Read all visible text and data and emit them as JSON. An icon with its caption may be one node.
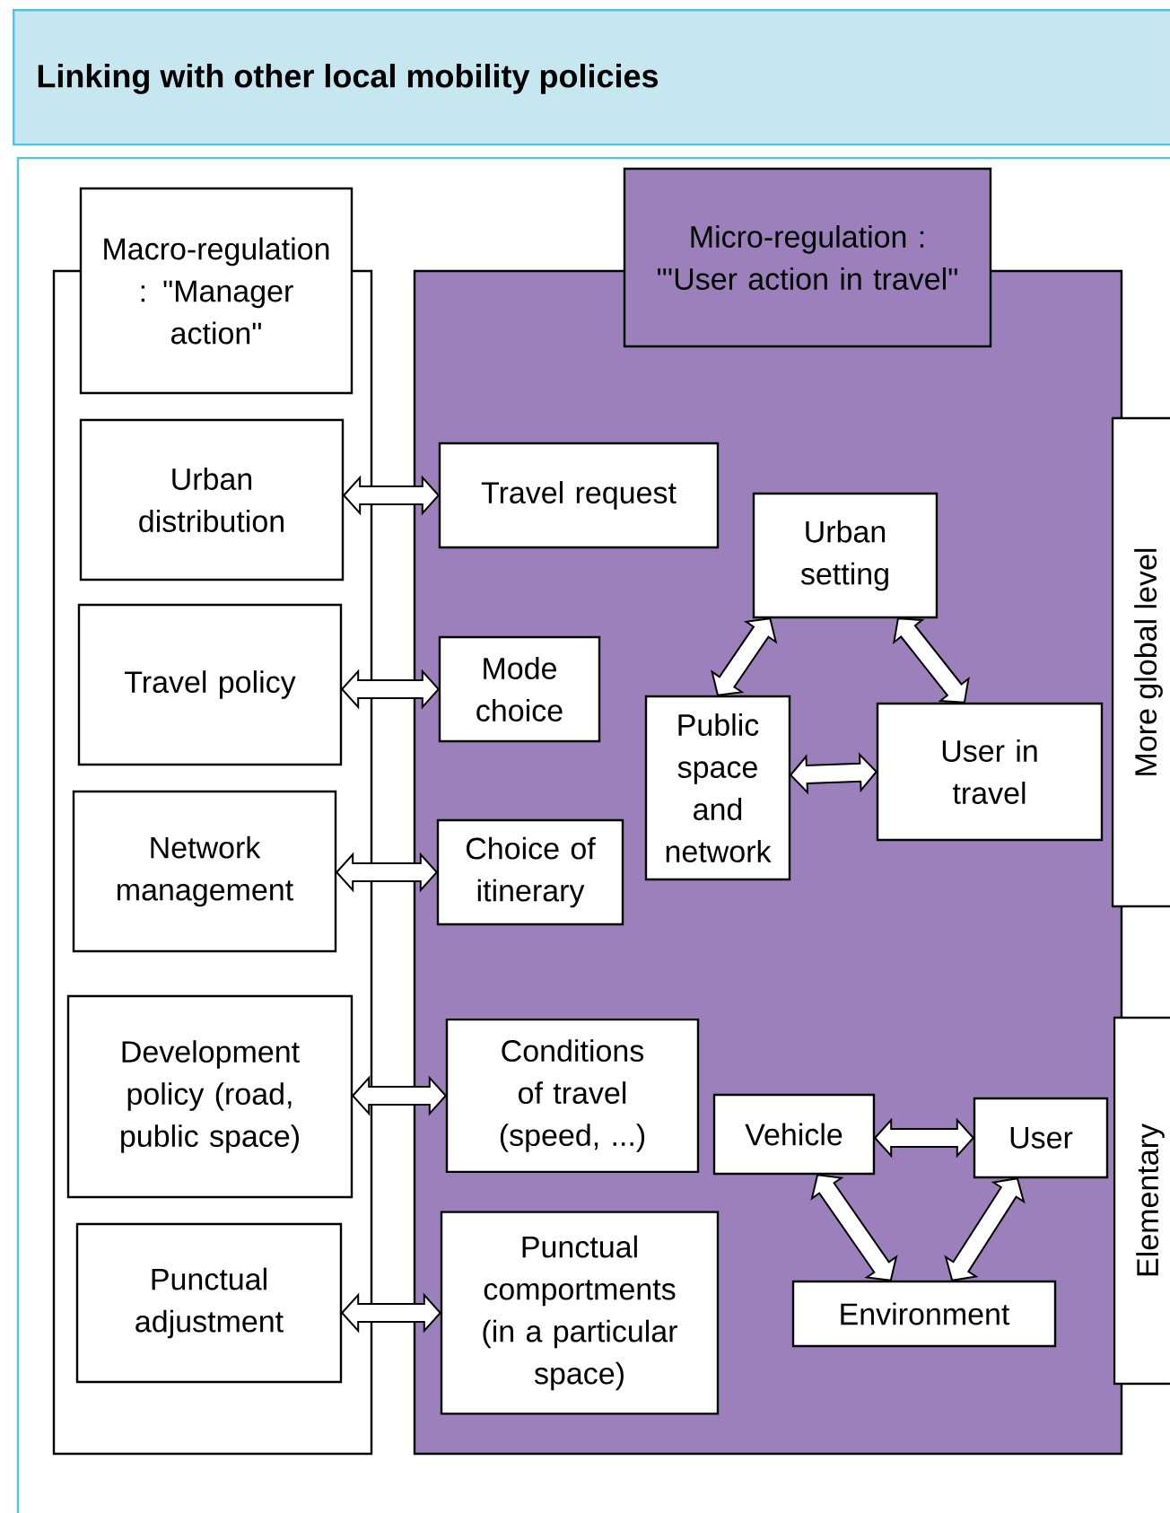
{
  "diagram": {
    "title": "Linking with other local mobility policies",
    "nodes": [
      {
        "text": [],
        "shape": "box"
      },
      {
        "text": [
          "Macro-regulation : \"Manager action\""
        ]
      },
      {
        "text": [
          "Urban distribution"
        ],
        "in": 0
      },
      {
        "text": [
          "Travel policy"
        ],
        "in": 0
      },
      {
        "text": [
          "Network management"
        ],
        "in": 0
      },
      {
        "text": [
          "Development policy (road, public space)"
        ],
        "in": 0
      },
      {
        "text": [
          "Punctual adjustment"
        ],
        "in": 0
      },
      {
        "text": [],
        "shape": "box"
      },
      {
        "text": [
          "Micro-regulation : \"'User action in travel\""
        ]
      },
      {
        "text": [
          "Travel request"
        ],
        "in": 7
      },
      {
        "text": [
          "Mode choice"
        ],
        "in": 7
      },
      {
        "text": [
          "Choice of itinerary"
        ],
        "in": 7
      },
      {
        "text": [
          "Conditions of travel (speed, ...)"
        ],
        "in": 7
      },
      {
        "text": [
          "Punctual comportments (in a particular space)"
        ],
        "in": 7
      },
      {
        "text": [
          "Urban setting"
        ],
        "in": 7
      },
      {
        "text": [
          "Public space and network"
        ],
        "in": 7
      },
      {
        "text": [
          "User in travel"
        ],
        "in": 7
      },
      {
        "text": [
          "Vehicle"
        ],
        "in": 7
      },
      {
        "text": [
          "User"
        ],
        "in": 7
      },
      {
        "text": [
          "Environment"
        ],
        "in": 7
      },
      {
        "text": [
          "More global level"
        ]
      },
      {
        "text": [
          "Elementary"
        ]
      }
    ],
    "edges": [
      {
        "from": 2,
        "to": 9,
        "arrow": "both"
      },
      {
        "from": 3,
        "to": 10,
        "arrow": "both"
      },
      {
        "from": 4,
        "to": 11,
        "arrow": "both"
      },
      {
        "from": 5,
        "to": 12,
        "arrow": "both"
      },
      {
        "from": 6,
        "to": 13,
        "arrow": "both"
      },
      {
        "from": 14,
        "to": 15,
        "arrow": "both"
      },
      {
        "from": 14,
        "to": 16,
        "arrow": "both"
      },
      {
        "from": 15,
        "to": 16,
        "arrow": "both"
      },
      {
        "from": 17,
        "to": 18,
        "arrow": "both"
      },
      {
        "from": 17,
        "to": 19,
        "arrow": "both"
      },
      {
        "from": 18,
        "to": 19,
        "arrow": "both"
      }
    ]
  }
}
